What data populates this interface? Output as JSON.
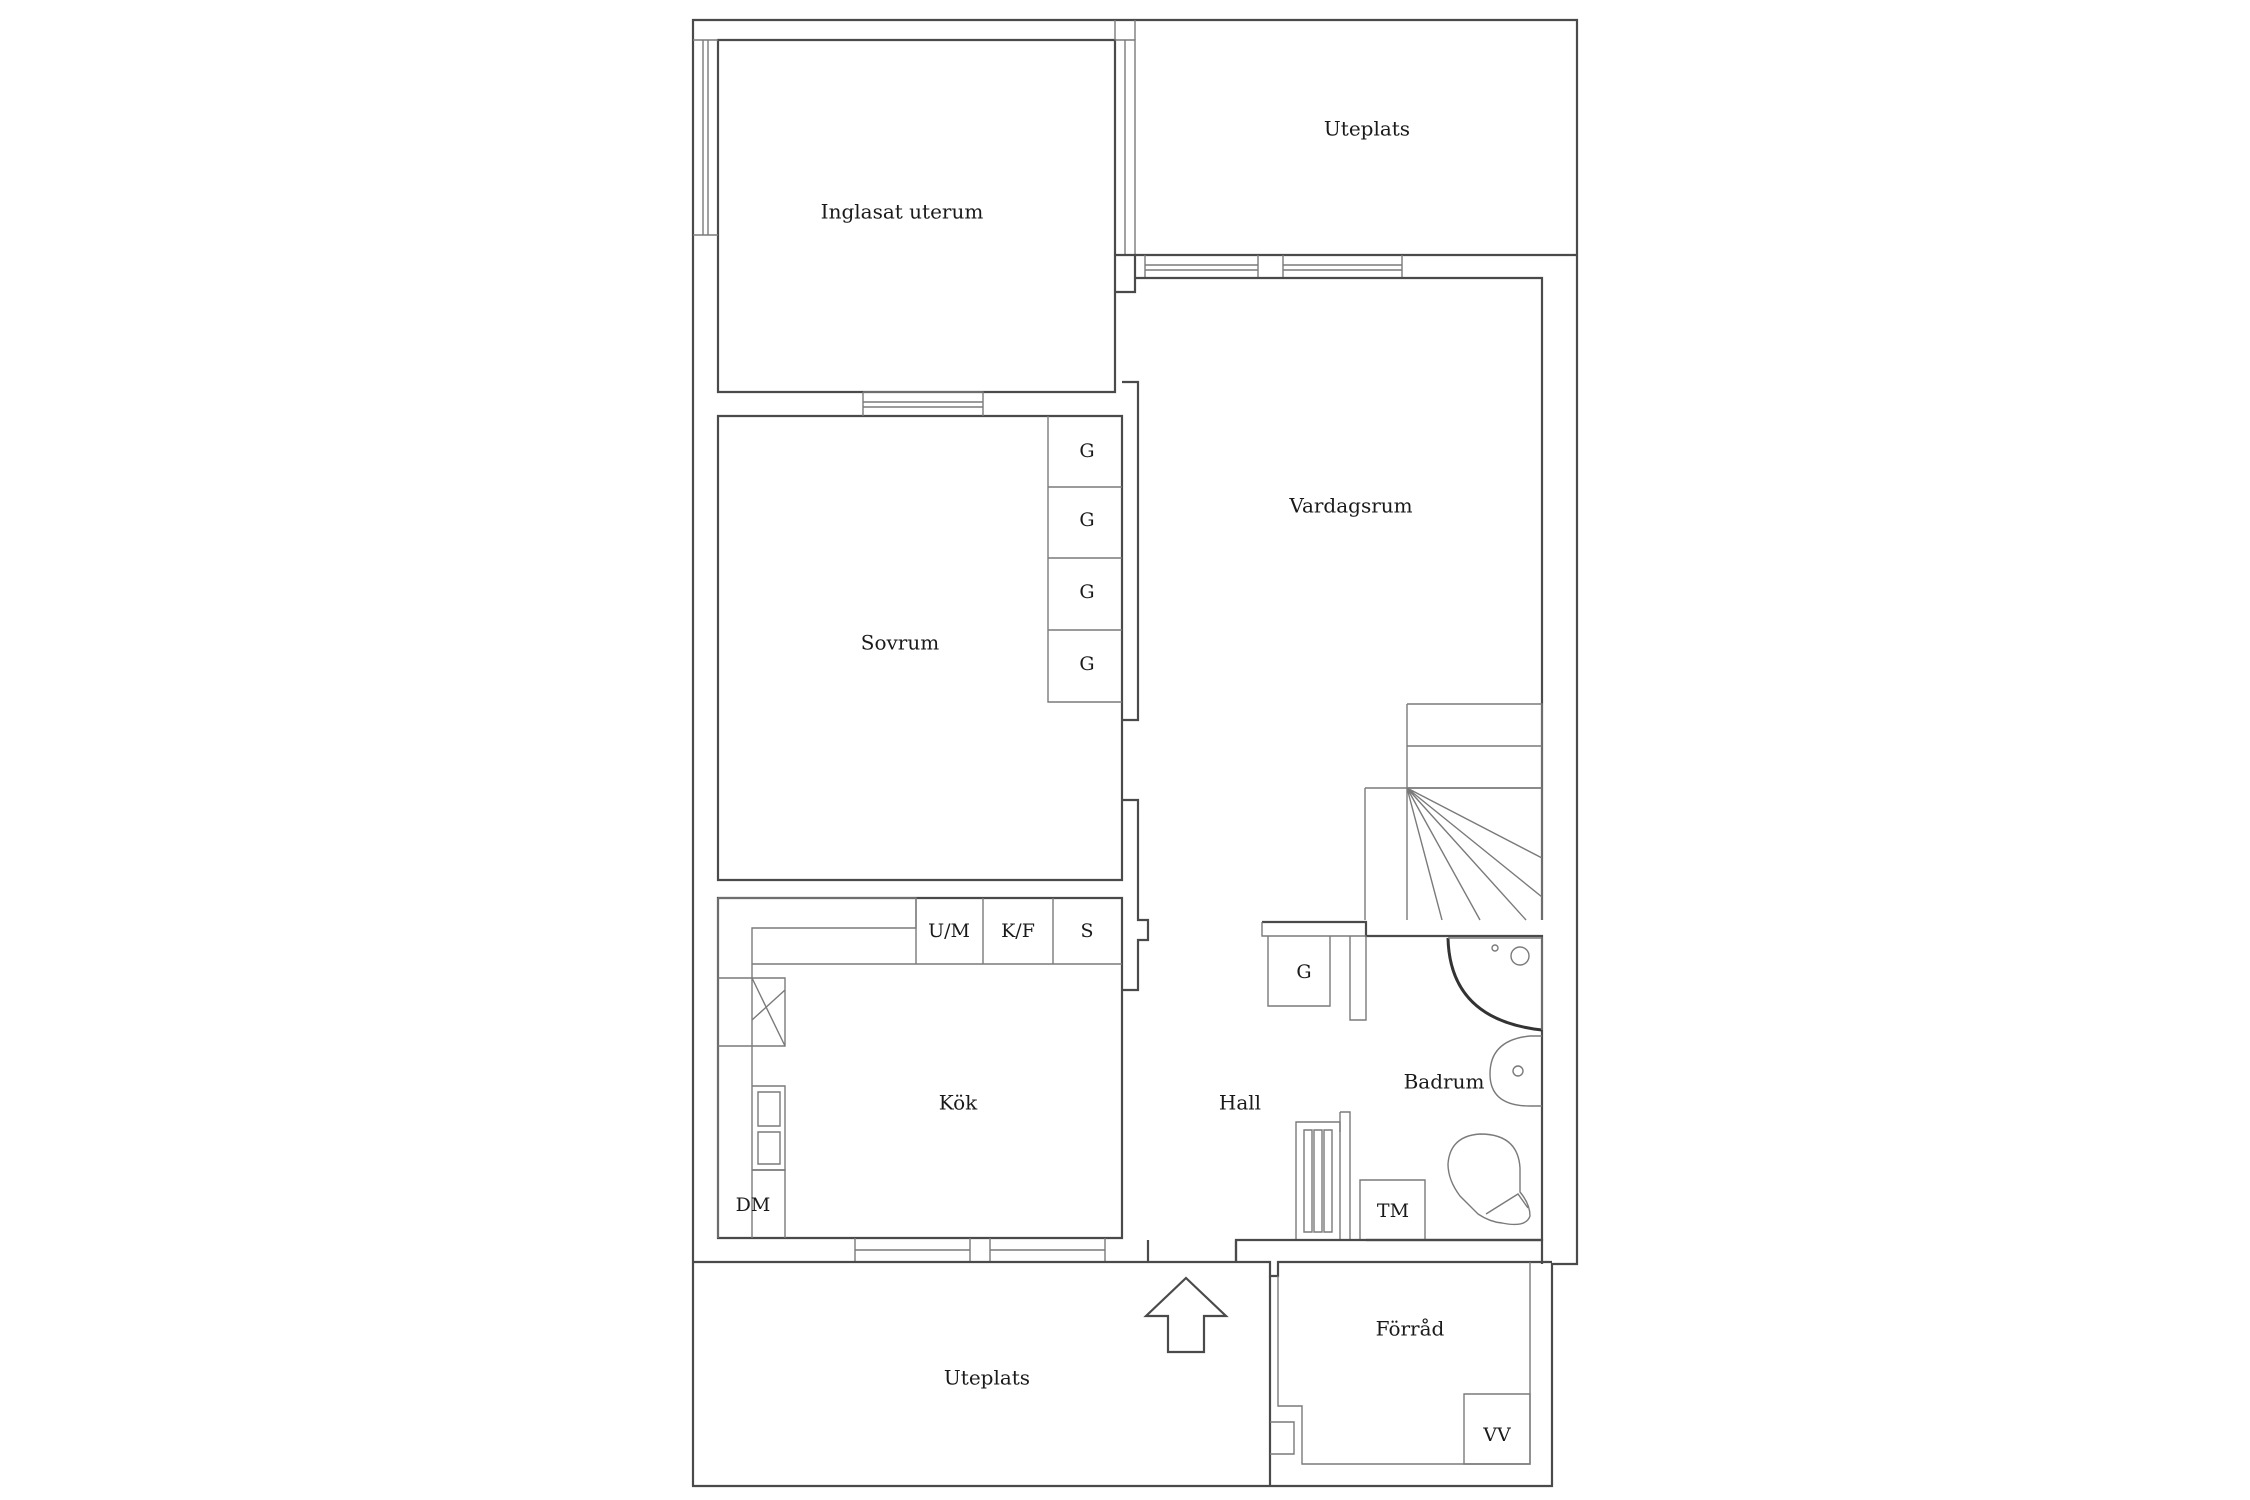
{
  "rooms": {
    "inglasat_uterum": "Inglasat uterum",
    "uteplats_top": "Uteplats",
    "vardagsrum": "Vardagsrum",
    "sovrum": "Sovrum",
    "kok": "Kök",
    "hall": "Hall",
    "badrum": "Badrum",
    "forrad": "Förråd",
    "uteplats_bottom": "Uteplats"
  },
  "fixtures": {
    "wardrobe": "G",
    "um": "U/M",
    "kf": "K/F",
    "s": "S",
    "dm": "DM",
    "tm": "TM",
    "vv": "VV"
  }
}
